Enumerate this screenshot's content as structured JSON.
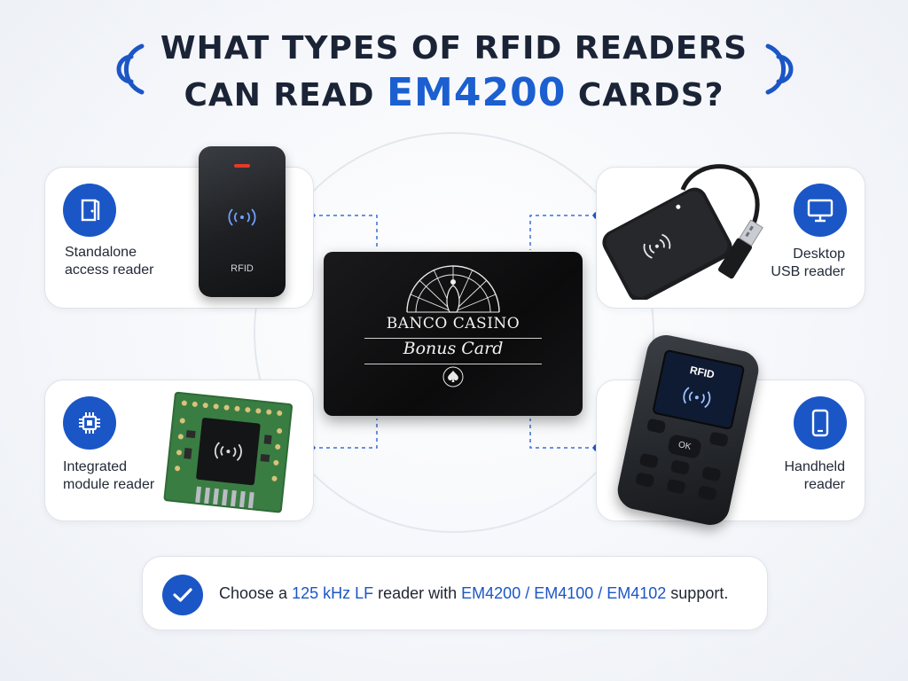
{
  "title": {
    "line1": "WHAT TYPES OF RFID READERS",
    "line2_pre": "CAN READ ",
    "line2_highlight": "EM4200",
    "line2_post": " CARDS?"
  },
  "readers": {
    "standalone": {
      "line1": "Standalone",
      "line2": "access reader",
      "device_text": "RFID",
      "icon": "door-icon"
    },
    "desktop": {
      "line1": "Desktop",
      "line2": "USB reader",
      "icon": "monitor-icon"
    },
    "module": {
      "line1": "Integrated",
      "line2": "module reader",
      "icon": "chip-icon"
    },
    "handheld": {
      "line1": "Handheld",
      "line2": "reader",
      "screen_text": "RFID",
      "keypad_ok": "OK",
      "icon": "smartphone-icon"
    }
  },
  "card": {
    "brand": "BANCO CASINO",
    "subtitle": "Bonus Card"
  },
  "note": {
    "pre": "Choose a ",
    "freq": "125 kHz LF",
    "mid": " reader with ",
    "formats": "EM4200 / EM4100 / EM4102",
    "post": " support.",
    "icon": "check-icon"
  },
  "colors": {
    "accent": "#1b56c6",
    "title_highlight": "#1b5fd0",
    "text": "#1b2436"
  }
}
